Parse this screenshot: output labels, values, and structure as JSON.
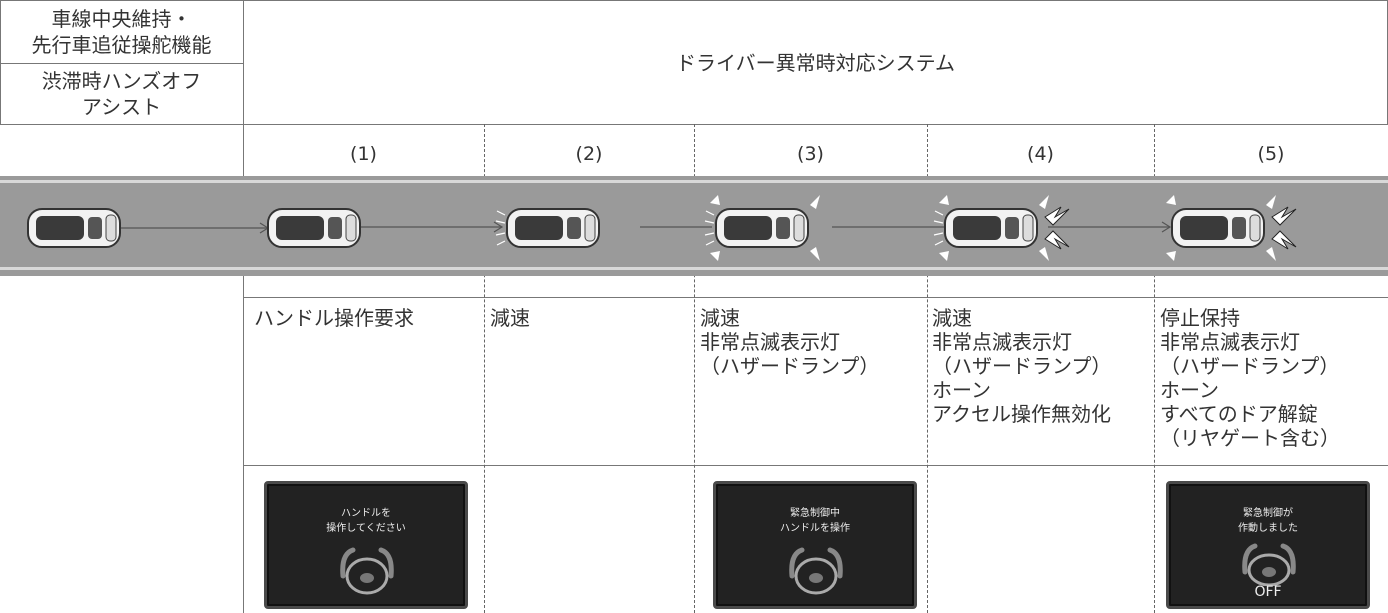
{
  "header": {
    "lka_label": "車線中央維持・\n先行車追従操舵機能",
    "handsoff_label": "渋滞時ハンズオフ\nアシスト",
    "system_title": "ドライバー異常時対応システム"
  },
  "steps": [
    {
      "label": "(1)",
      "action": "ハンドル操作要求"
    },
    {
      "label": "(2)",
      "action": "減速"
    },
    {
      "label": "(3)",
      "action": "減速\n非常点滅表示灯\n（ハザードランプ）"
    },
    {
      "label": "(4)",
      "action": "減速\n非常点滅表示灯\n（ハザードランプ）\nホーン\nアクセル操作無効化"
    },
    {
      "label": "(5)",
      "action": "停止保持\n非常点滅表示灯\n（ハザードランプ）\nホーン\nすべてのドア解錠\n（リヤゲート含む）"
    }
  ],
  "screens": [
    {
      "text": "ハンドルを\n操作してください",
      "off": ""
    },
    {
      "text": "緊急制御中\nハンドルを操作",
      "off": ""
    },
    {
      "text": "緊急制御が\n作動しました",
      "off": "OFF"
    }
  ],
  "colors": {
    "road": "#9a9a9a",
    "road_edge": "#d0d0d0",
    "car_body": "#e8e8e8",
    "screen_bg": "#222222"
  }
}
